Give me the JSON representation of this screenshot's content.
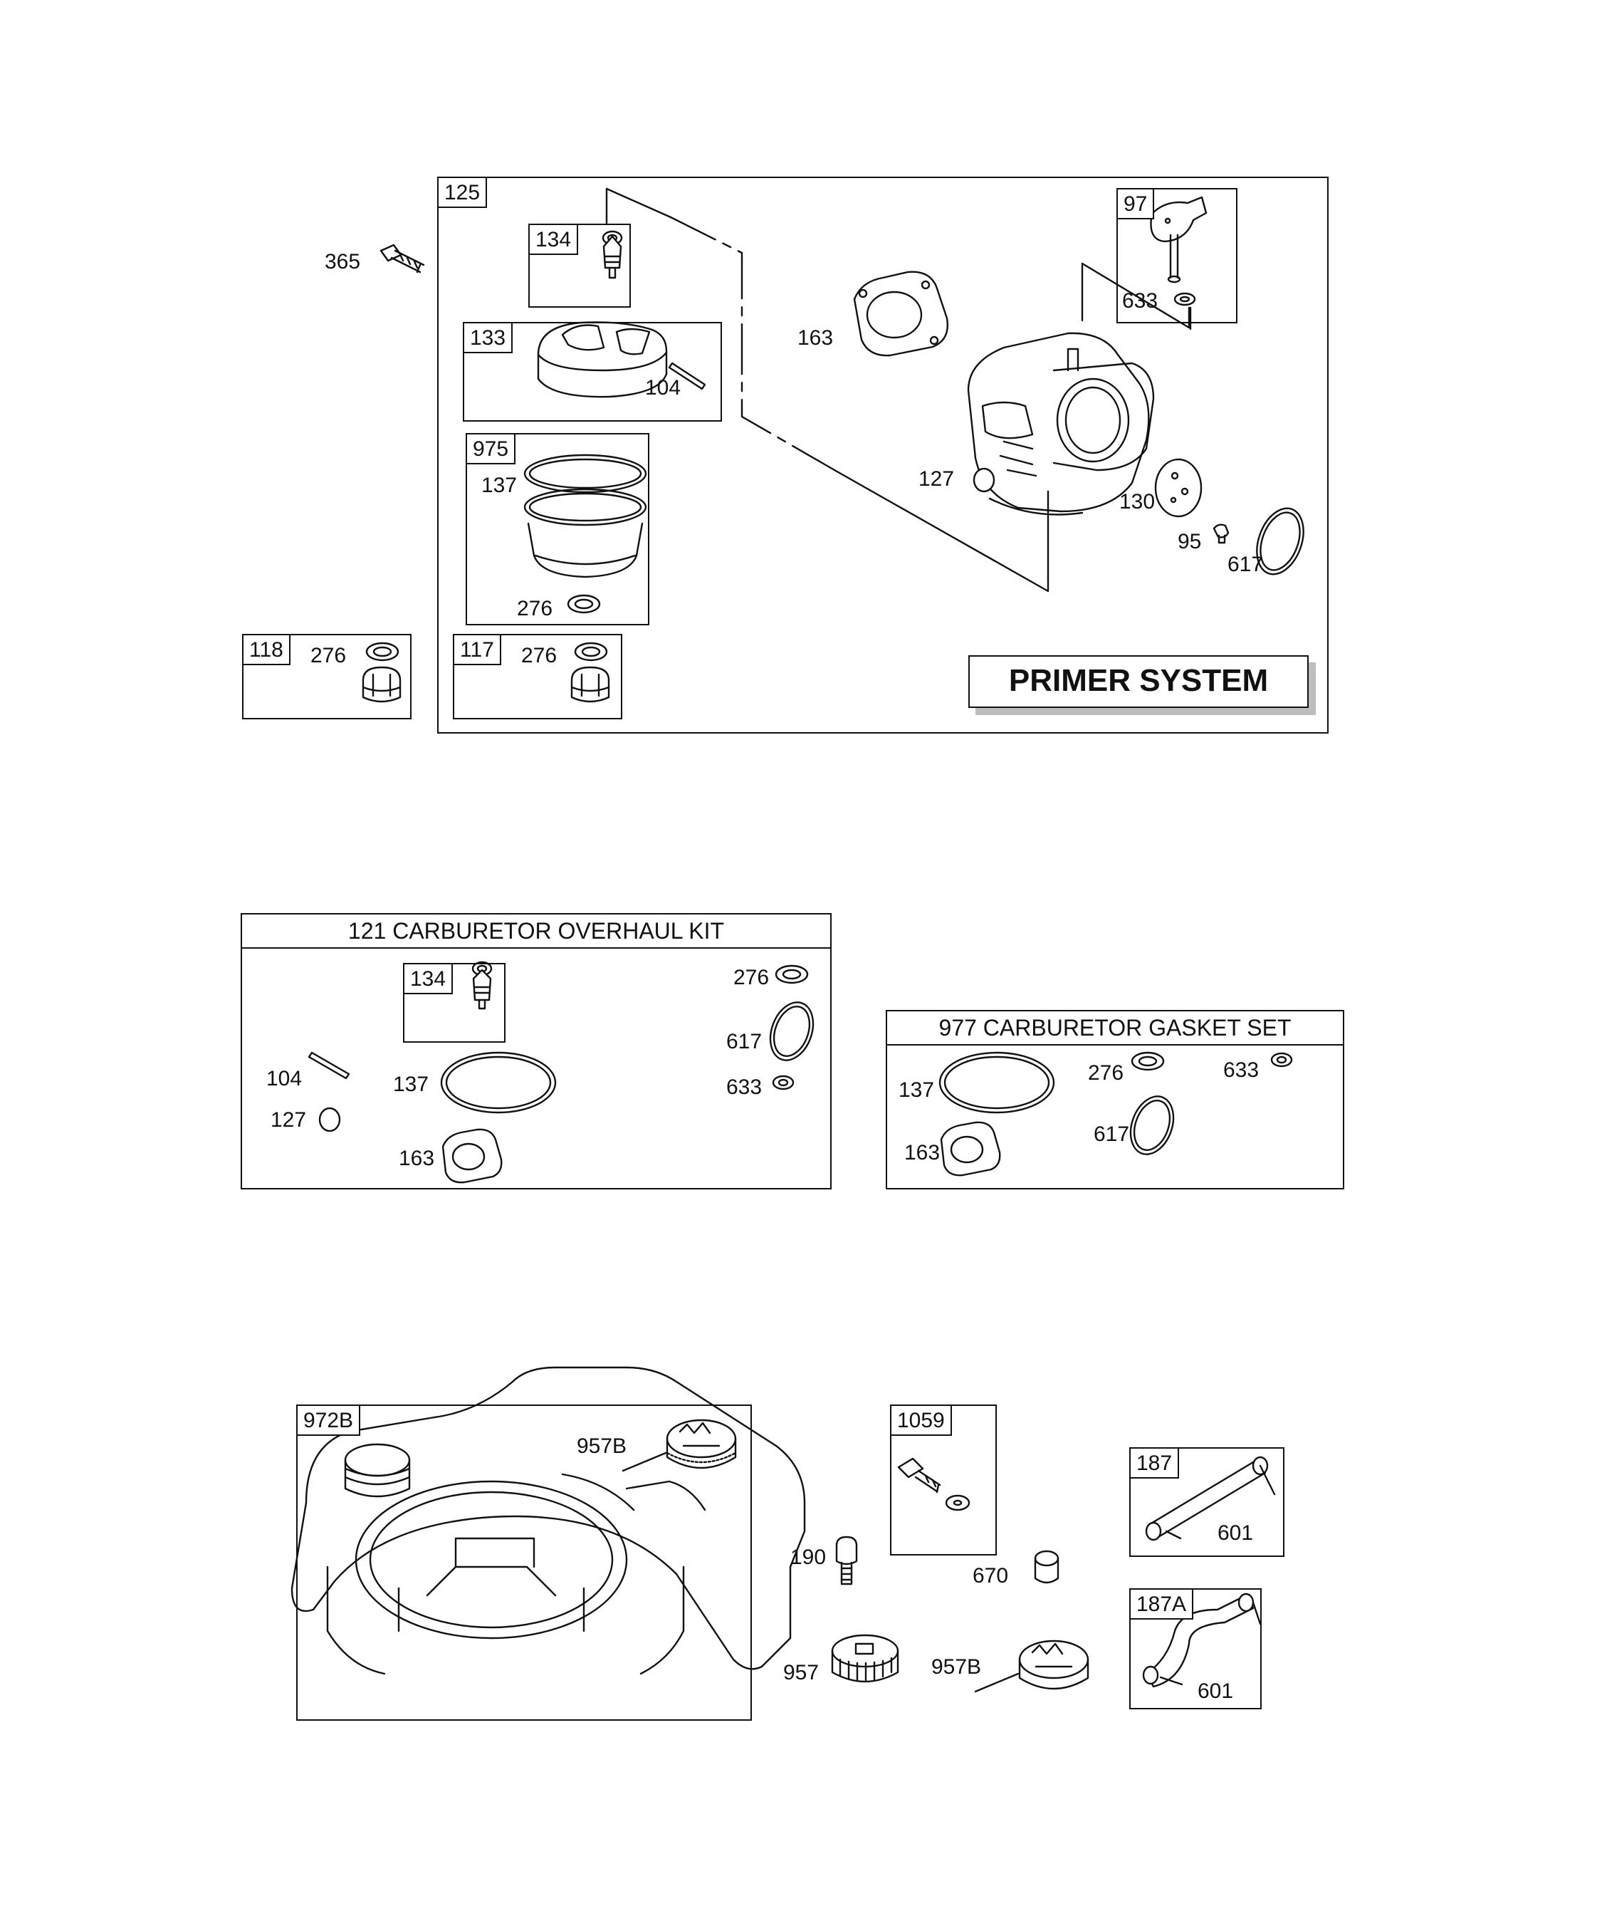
{
  "primer": {
    "tag": "125",
    "banner": "PRIMER SYSTEM",
    "callouts": {
      "bolt": "365",
      "needle_box": "134",
      "float_box": "133",
      "pin": "104",
      "bowl_box": "975",
      "bowl_ring": "137",
      "bowl_washer": "276",
      "gasket": "163",
      "choke_box": "97",
      "choke_washer": "633",
      "plug": "127",
      "plate": "130",
      "screw": "95",
      "oring": "617"
    },
    "drain_left": {
      "tag": "118",
      "washer": "276"
    },
    "drain_right": {
      "tag": "117",
      "washer": "276"
    }
  },
  "overhaul_kit": {
    "title": "121 CARBURETOR OVERHAUL KIT",
    "needle_box": "134",
    "pin": "104",
    "plug": "127",
    "ring": "137",
    "gasket": "163",
    "washer": "276",
    "oring": "617",
    "small_washer": "633"
  },
  "gasket_set": {
    "title": "977 CARBURETOR GASKET SET",
    "ring": "137",
    "gasket": "163",
    "washer": "276",
    "oring": "617",
    "small_washer": "633"
  },
  "tank": {
    "tag": "972B",
    "cap_vented": "957B"
  },
  "hardware": {
    "bolt_box": "1059",
    "screw": "190",
    "spacer": "670",
    "cap": "957",
    "cap_vented": "957B"
  },
  "fuel_lines": {
    "line_a": {
      "tag": "187",
      "clamp": "601"
    },
    "line_b": {
      "tag": "187A",
      "clamp": "601"
    }
  }
}
